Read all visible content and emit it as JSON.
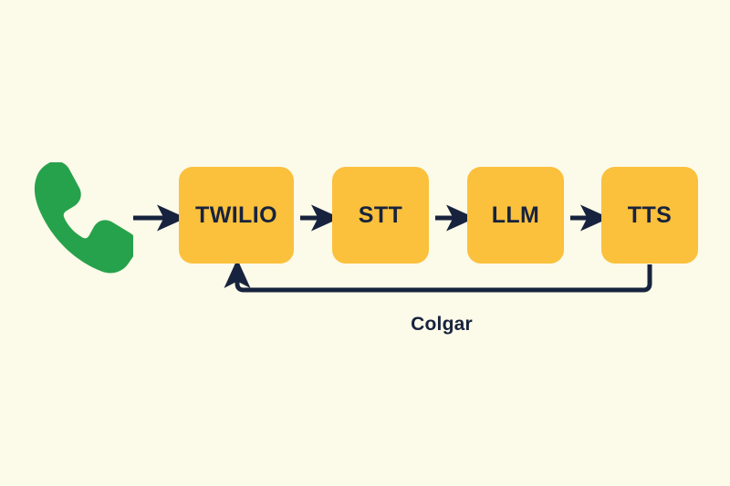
{
  "diagram": {
    "title": "Voice AI call pipeline flow",
    "background_color": "#FCFAE8",
    "node_fill_color": "#FBC03C",
    "ink_color": "#17233E",
    "phone_color": "#27A24C",
    "source_icon": {
      "name": "phone-handset-icon",
      "label": "phone-call"
    },
    "nodes": [
      {
        "id": "twilio",
        "label": "TWILIO"
      },
      {
        "id": "stt",
        "label": "STT"
      },
      {
        "id": "llm",
        "label": "LLM"
      },
      {
        "id": "tts",
        "label": "TTS"
      }
    ],
    "connectors": [
      {
        "id": "phone-to-twilio",
        "from": "phone",
        "to": "twilio",
        "label": ""
      },
      {
        "id": "twilio-to-stt",
        "from": "twilio",
        "to": "stt",
        "label": ""
      },
      {
        "id": "stt-to-llm",
        "from": "stt",
        "to": "llm",
        "label": ""
      },
      {
        "id": "llm-to-tts",
        "from": "llm",
        "to": "tts",
        "label": ""
      }
    ],
    "feedback_loop": {
      "id": "tts-to-twilio-loop",
      "from": "tts",
      "to": "twilio",
      "label": "Colgar"
    }
  }
}
